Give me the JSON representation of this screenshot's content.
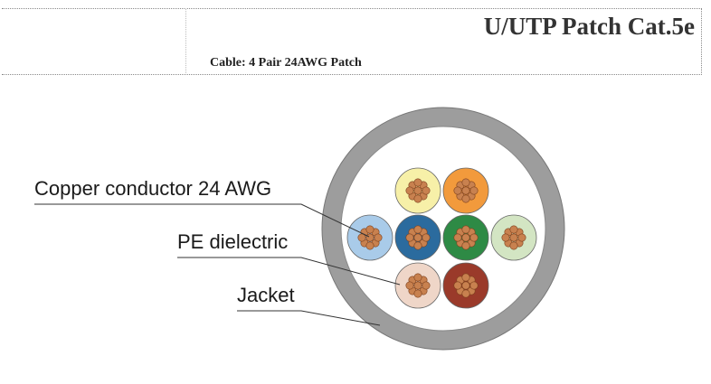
{
  "header": {
    "title": "U/UTP Patch Cat.5e",
    "subtitle": "Cable: 4 Pair 24AWG Patch"
  },
  "diagram": {
    "labels": {
      "conductor": "Copper conductor 24 AWG",
      "dielectric": "PE dielectric",
      "jacket": "Jacket"
    },
    "colors": {
      "jacket": "#9d9d9d",
      "copper": "#c8814f",
      "pairs": {
        "white_orange": "#f7f0a8",
        "orange": "#f29a3c",
        "white_blue": "#a9cbe9",
        "blue": "#2b6b9e",
        "green": "#2e8a45",
        "white_green": "#d3e5c3",
        "white_brown": "#efd6c8",
        "brown": "#9a3a2a"
      }
    }
  }
}
